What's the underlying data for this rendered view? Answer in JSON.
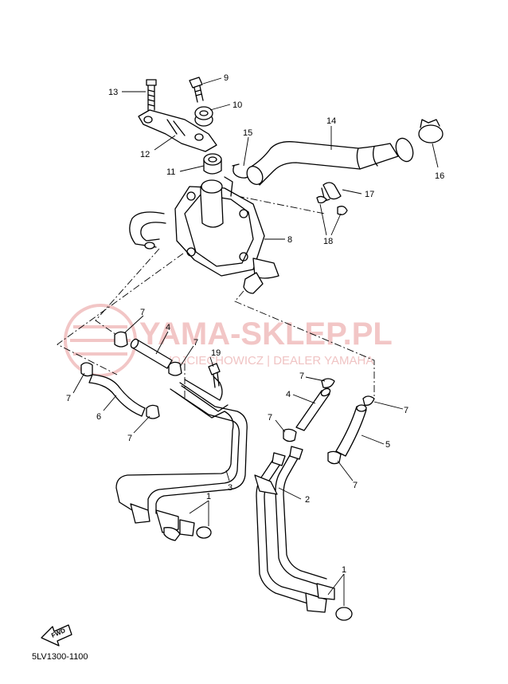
{
  "watermark": {
    "brand": "YAMA-SKLEP.PL",
    "sub": "WOJCIECHOWICZ | DEALER YAMAHA",
    "color": "#f2c6c6"
  },
  "diagram_code": "5LV1300-1100",
  "fwd_label": "FWD",
  "callouts": [
    "13",
    "9",
    "10",
    "12",
    "11",
    "14",
    "15",
    "16",
    "17",
    "18",
    "8",
    "7",
    "4",
    "7",
    "19",
    "7",
    "6",
    "7",
    "3",
    "1",
    "7",
    "4",
    "7",
    "7",
    "5",
    "7",
    "2",
    "1"
  ]
}
